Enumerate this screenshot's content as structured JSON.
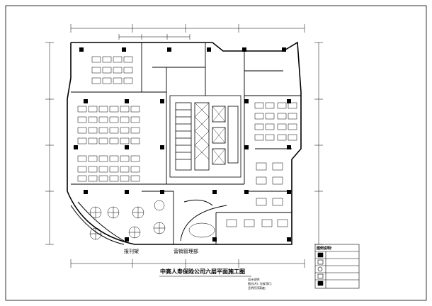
{
  "drawing": {
    "title": "中高人寿保险公司六层平面施工图",
    "labels": {
      "left_area": "报刊架",
      "right_area": "营销管理部"
    },
    "legend": {
      "title": "图例说明:",
      "notes": [
        "设计说明:",
        "图示(A): 为吸顶灯;",
        "注明吊顶高度;"
      ]
    }
  }
}
